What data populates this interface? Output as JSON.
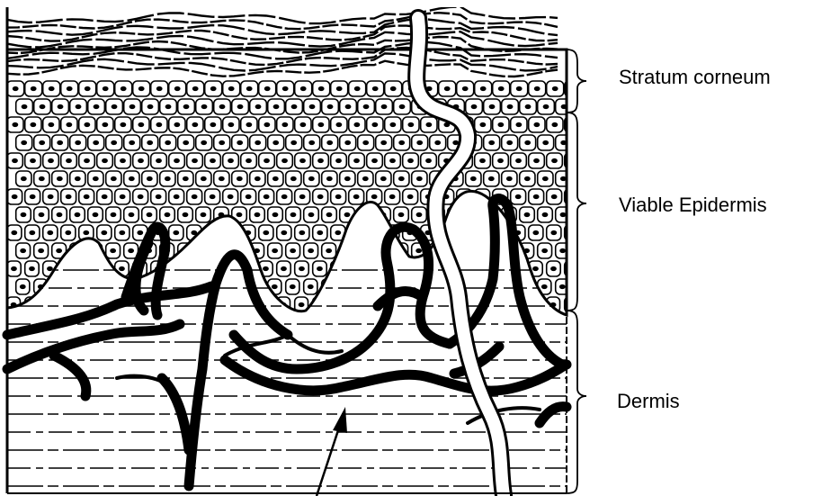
{
  "diagram": {
    "labels": {
      "stratum_corneum": "Stratum corneum",
      "viable_epidermis": "Viable Epidermis",
      "dermis": "Dermis"
    },
    "colors": {
      "ink": "#000000",
      "paper": "#ffffff"
    }
  }
}
